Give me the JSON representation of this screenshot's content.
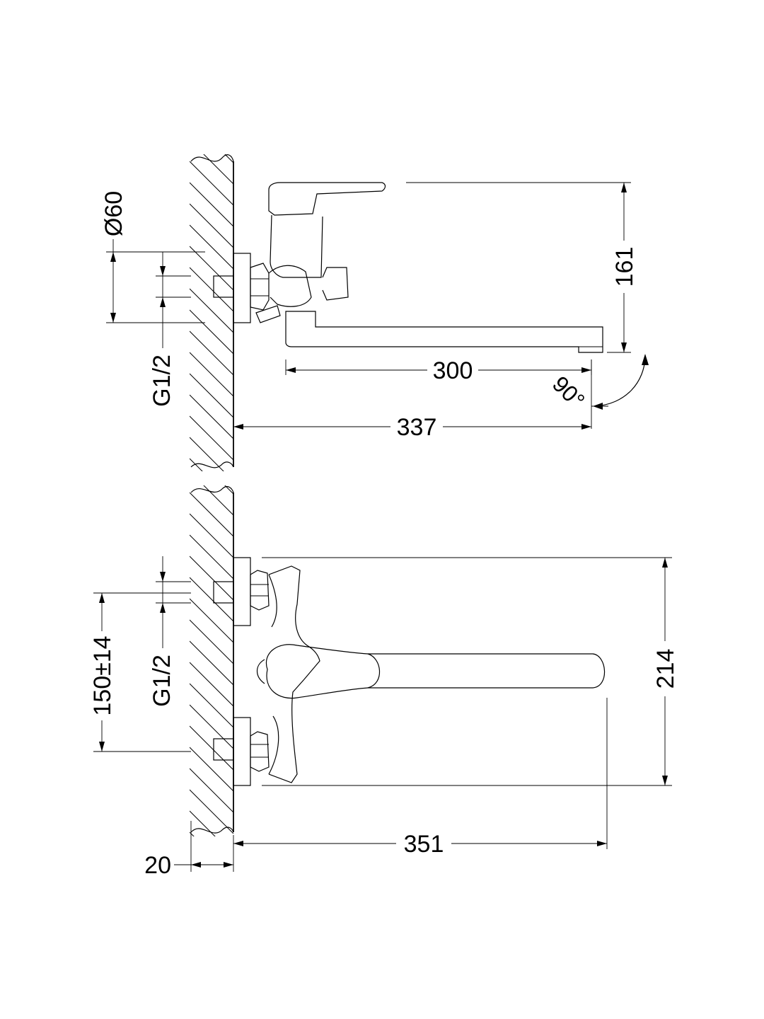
{
  "side_view": {
    "dim_height": "161",
    "dim_spout": "300",
    "dim_total": "337",
    "dim_angle": "90°",
    "dim_diameter": "Ø60",
    "dim_thread": "G1/2"
  },
  "front_view": {
    "dim_height": "214",
    "dim_length": "351",
    "dim_centers": "150±14",
    "dim_thread": "G1/2",
    "dim_wall": "20"
  },
  "colors": {
    "line": "#000000",
    "background": "#ffffff"
  }
}
